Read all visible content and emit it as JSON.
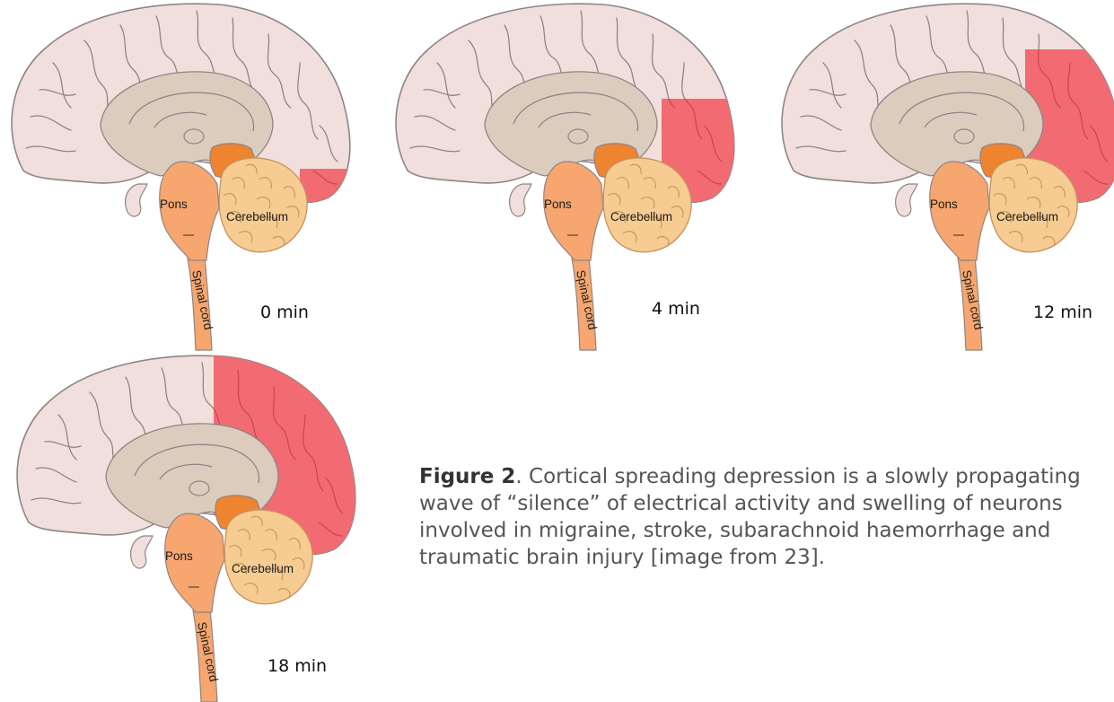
{
  "panels": [
    {
      "time": "0 min",
      "wave": 1
    },
    {
      "time": "4 min",
      "wave": 2
    },
    {
      "time": "12 min",
      "wave": 3
    },
    {
      "time": "18 min",
      "wave": 4
    }
  ],
  "labels": {
    "pons": "Pons",
    "cerebellum": "Cerebellum",
    "spinal_cord": "Spinal cord"
  },
  "caption": {
    "figure_label": "Figure 2",
    "text": ". Cortical spreading depression is a slowly propagating wave of “silence” of electrical activity and swelling of neurons involved in migraine, stroke, subarachnoid haemorrhage and traumatic brain injury [image from 23]."
  },
  "colors": {
    "cortex": "#F1DFDD",
    "cortex_outline": "#8E8585",
    "inner": "#DCCCBD",
    "brainstem": "#F6A66E",
    "cerebellum": "#F6CC93",
    "midbrain": "#EE8330",
    "wave": "#F26B72"
  }
}
